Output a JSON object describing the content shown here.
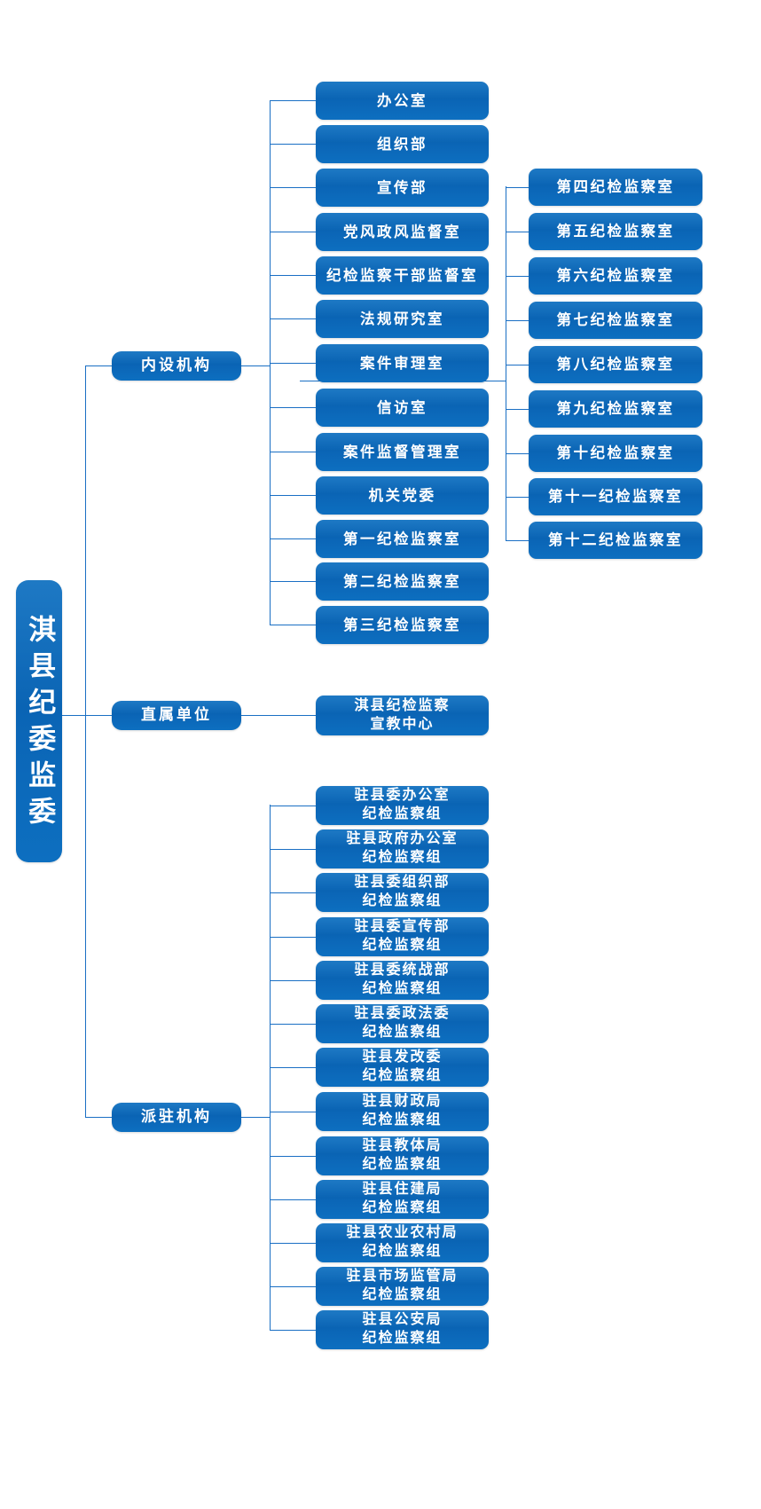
{
  "meta": {
    "title": "淇县纪委监委组织结构图",
    "accent_color": "#0d6bbd",
    "line_color": "#1a6fc4",
    "text_color": "#ffffff",
    "background_color": "#ffffff"
  },
  "root": {
    "label": "淇县纪委监委"
  },
  "categories": [
    {
      "id": "internal",
      "label": "内设机构"
    },
    {
      "id": "direct",
      "label": "直属单位"
    },
    {
      "id": "stationed",
      "label": "派驻机构"
    }
  ],
  "internal": {
    "label": "内设机构",
    "column_a": [
      {
        "label": "办公室"
      },
      {
        "label": "组织部"
      },
      {
        "label": "宣传部"
      },
      {
        "label": "党风政风监督室"
      },
      {
        "label": "纪检监察干部监督室"
      },
      {
        "label": "法规研究室"
      },
      {
        "label": "案件审理室"
      },
      {
        "label": "信访室"
      },
      {
        "label": "案件监督管理室"
      },
      {
        "label": "机关党委"
      },
      {
        "label": "第一纪检监察室"
      },
      {
        "label": "第二纪检监察室"
      },
      {
        "label": "第三纪检监察室"
      }
    ],
    "column_b": [
      {
        "label": "第四纪检监察室"
      },
      {
        "label": "第五纪检监察室"
      },
      {
        "label": "第六纪检监察室"
      },
      {
        "label": "第七纪检监察室"
      },
      {
        "label": "第八纪检监察室"
      },
      {
        "label": "第九纪检监察室"
      },
      {
        "label": "第十纪检监察室"
      },
      {
        "label": "第十一纪检监察室"
      },
      {
        "label": "第十二纪检监察室"
      }
    ]
  },
  "direct": {
    "label": "直属单位",
    "items": [
      {
        "label": "淇县纪检监察\n宣教中心"
      }
    ]
  },
  "stationed": {
    "label": "派驻机构",
    "items": [
      {
        "label": "驻县委办公室\n纪检监察组"
      },
      {
        "label": "驻县政府办公室\n纪检监察组"
      },
      {
        "label": "驻县委组织部\n纪检监察组"
      },
      {
        "label": "驻县委宣传部\n纪检监察组"
      },
      {
        "label": "驻县委统战部\n纪检监察组"
      },
      {
        "label": "驻县委政法委\n纪检监察组"
      },
      {
        "label": "驻县发改委\n纪检监察组"
      },
      {
        "label": "驻县财政局\n纪检监察组"
      },
      {
        "label": "驻县教体局\n纪检监察组"
      },
      {
        "label": "驻县住建局\n纪检监察组"
      },
      {
        "label": "驻县农业农村局\n纪检监察组"
      },
      {
        "label": "驻县市场监管局\n纪检监察组"
      },
      {
        "label": "驻县公安局\n纪检监察组"
      }
    ]
  }
}
